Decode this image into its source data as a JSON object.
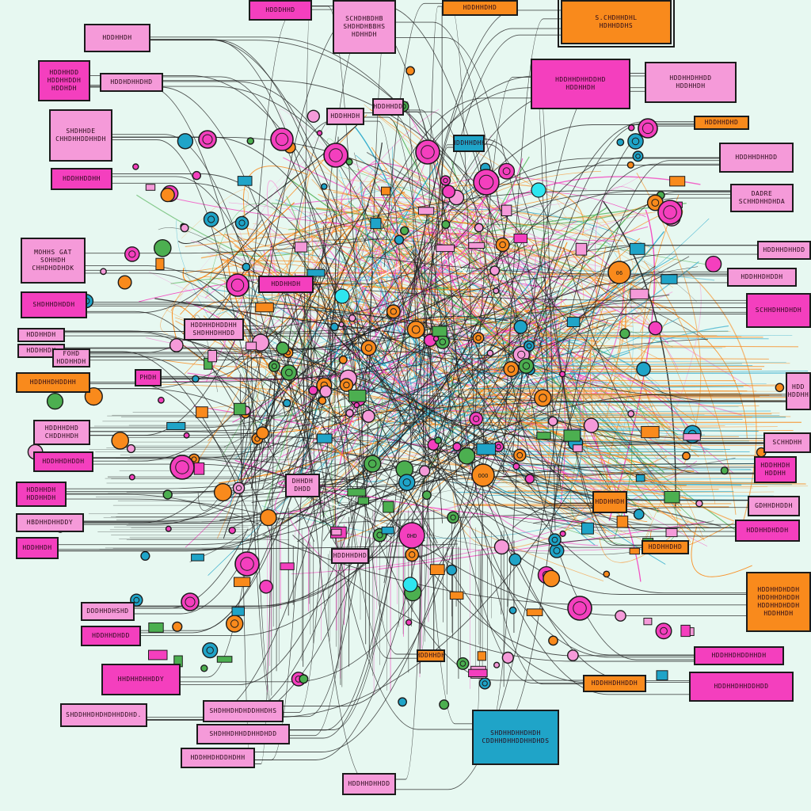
{
  "colors": {
    "background": "#e7f8f1",
    "pink": "#f43fbe",
    "light_pink": "#f59ad9",
    "orange": "#f98a1c",
    "blue": "#1fa4c8",
    "green": "#4caf50",
    "ink": "#1b1b1b"
  },
  "labels": [
    {
      "id": "lbl-top-1",
      "text": "SCHDHBDHB\nSHDHDHBBHS\nHDHHDH",
      "color": "lpink"
    },
    {
      "id": "lbl-top-2",
      "text": "S.CHDHHDHL\nHDHHDDHS",
      "color": "orange"
    },
    {
      "id": "lbl-top-3",
      "text": "HDDDHHD",
      "color": "pink"
    },
    {
      "id": "lbl-top-4",
      "text": "HDDHHDHD",
      "color": "orange"
    },
    {
      "id": "lbl-l-1",
      "text": "HDDHHDH",
      "color": "lpink"
    },
    {
      "id": "lbl-l-2",
      "text": "HDDHHDD\nHDDHHDDH\nHDDHDH",
      "color": "pink"
    },
    {
      "id": "lbl-l-3",
      "text": "HDDHDHHDHD",
      "color": "lpink"
    },
    {
      "id": "lbl-l-4",
      "text": "SHDHHDE\nCHHDHHDDHHDH",
      "color": "lpink"
    },
    {
      "id": "lbl-l-5",
      "text": "HDDHHDDHH",
      "color": "pink"
    },
    {
      "id": "lbl-l-6",
      "text": "MOHHS GAT\nSOHHDH\nCHHDHDDHDK",
      "color": "lpink"
    },
    {
      "id": "lbl-l-7",
      "text": "SHDHHDHDDH",
      "color": "pink"
    },
    {
      "id": "lbl-l-8",
      "text": "HDDHHDH",
      "color": "lpink"
    },
    {
      "id": "lbl-l-9",
      "text": "HDDHHDH",
      "color": "lpink"
    },
    {
      "id": "lbl-l-10",
      "text": "FOHD\nHDDHHDH",
      "color": "lpink"
    },
    {
      "id": "lbl-l-11",
      "text": "HDDHHDHDDHH",
      "color": "orange"
    },
    {
      "id": "lbl-l-12",
      "text": "HDDHHDHD\nCHDDHHDH",
      "color": "lpink"
    },
    {
      "id": "lbl-l-13",
      "text": "HDDHHDHDDH",
      "color": "pink"
    },
    {
      "id": "lbl-l-14",
      "text": "HDDHHDH\nHDDHHDH",
      "color": "pink"
    },
    {
      "id": "lbl-l-15",
      "text": "HBDHHDHHDDY",
      "color": "lpink"
    },
    {
      "id": "lbl-l-16",
      "text": "HDDHHDH",
      "color": "pink"
    },
    {
      "id": "lbl-l-17",
      "text": "DDDHHDHSHD",
      "color": "lpink"
    },
    {
      "id": "lbl-l-18",
      "text": "HDDHHDHDD",
      "color": "pink"
    },
    {
      "id": "lbl-b-1",
      "text": "HHDHHDHHDDY",
      "color": "pink"
    },
    {
      "id": "lbl-b-2",
      "text": "SHDDHHDHDHDHHDDHD.",
      "color": "lpink"
    },
    {
      "id": "lbl-b-3",
      "text": "SHDHHDHDHDDHHDHS",
      "color": "lpink"
    },
    {
      "id": "lbl-b-4",
      "text": "SHDHHDHHDDHHDHDD",
      "color": "lpink"
    },
    {
      "id": "lbl-b-5",
      "text": "HDDHHDHDDHDHH",
      "color": "lpink"
    },
    {
      "id": "lbl-b-6",
      "text": "HDDHHDHHDD",
      "color": "lpink"
    },
    {
      "id": "lbl-b-7",
      "text": "SHDHHDHHDHDH\nCDDHHDHHDDHHDHDS",
      "color": "blue"
    },
    {
      "id": "lbl-c-1",
      "text": "HDDHHDHDDHH\nSHDHHDHHDD",
      "color": "lpink"
    },
    {
      "id": "lbl-c-2",
      "text": "HDDHHDH",
      "color": "pink"
    },
    {
      "id": "lbl-c-3",
      "text": "PHDH",
      "color": "pink"
    },
    {
      "id": "lbl-c-4",
      "text": "HDDHHDD",
      "color": "lpink"
    },
    {
      "id": "lbl-c-5",
      "text": "HDDHHDH",
      "color": "lpink"
    },
    {
      "id": "lbl-c-6",
      "text": "HDDHHDH",
      "color": "orange"
    },
    {
      "id": "lbl-r-1",
      "text": "HDDHHDHHDDHD\nHDDHHDH",
      "color": "pink"
    },
    {
      "id": "lbl-r-2",
      "text": "HDDHHDHHDD\nHDDHHDH",
      "color": "lpink"
    },
    {
      "id": "lbl-r-3",
      "text": "HDDHHDHD",
      "color": "orange"
    },
    {
      "id": "lbl-r-4",
      "text": "HDDHHDHHDD",
      "color": "lpink"
    },
    {
      "id": "lbl-r-5",
      "text": "DADRE\nSCHHDHHDHDA",
      "color": "lpink"
    },
    {
      "id": "lbl-r-6",
      "text": "HDDHHDHHDD",
      "color": "lpink"
    },
    {
      "id": "lbl-r-7",
      "text": "HDDHHDHDDH",
      "color": "lpink"
    },
    {
      "id": "lbl-r-8",
      "text": "SCHHDHHDHDH",
      "color": "pink"
    },
    {
      "id": "lbl-r-9",
      "text": "HDD\nHDDHH",
      "color": "lpink"
    },
    {
      "id": "lbl-r-10",
      "text": "SCHHDHH",
      "color": "lpink"
    },
    {
      "id": "lbl-r-11",
      "text": "HDDHHDH\nHDDHH",
      "color": "pink"
    },
    {
      "id": "lbl-r-12",
      "text": "GDHHDHDDH",
      "color": "lpink"
    },
    {
      "id": "lbl-r-13",
      "text": "HDDHHDHDDH",
      "color": "pink"
    },
    {
      "id": "lbl-r-14",
      "text": "HDDHHDHD",
      "color": "orange"
    },
    {
      "id": "lbl-r-15",
      "text": "HDDHHDHDDH\nHDDHHDHDDH\nHDDHHDHDDH\nHDDHHDH",
      "color": "orange"
    },
    {
      "id": "lbl-r-16",
      "text": "HDDHHDHDDHHDH",
      "color": "pink"
    },
    {
      "id": "lbl-r-17",
      "text": "HDDHHDHHDDH",
      "color": "orange"
    },
    {
      "id": "lbl-r-18",
      "text": "HDDHHDHHDDHDD",
      "color": "pink"
    },
    {
      "id": "lbl-m-1",
      "text": "HDDHHDHD",
      "color": "lpink"
    },
    {
      "id": "lbl-m-2",
      "text": "DHHDH\nDHDD",
      "color": "lpink"
    },
    {
      "id": "lbl-m-3",
      "text": "HDDHHDH",
      "color": "orange"
    },
    {
      "id": "lbl-m-4",
      "text": "HDDHHDHH",
      "color": "blue"
    }
  ],
  "node_labels": [
    {
      "id": "node-06",
      "text": "06"
    },
    {
      "id": "node-ooo",
      "text": "OOO"
    },
    {
      "id": "node-ohd",
      "text": "OHD"
    }
  ]
}
